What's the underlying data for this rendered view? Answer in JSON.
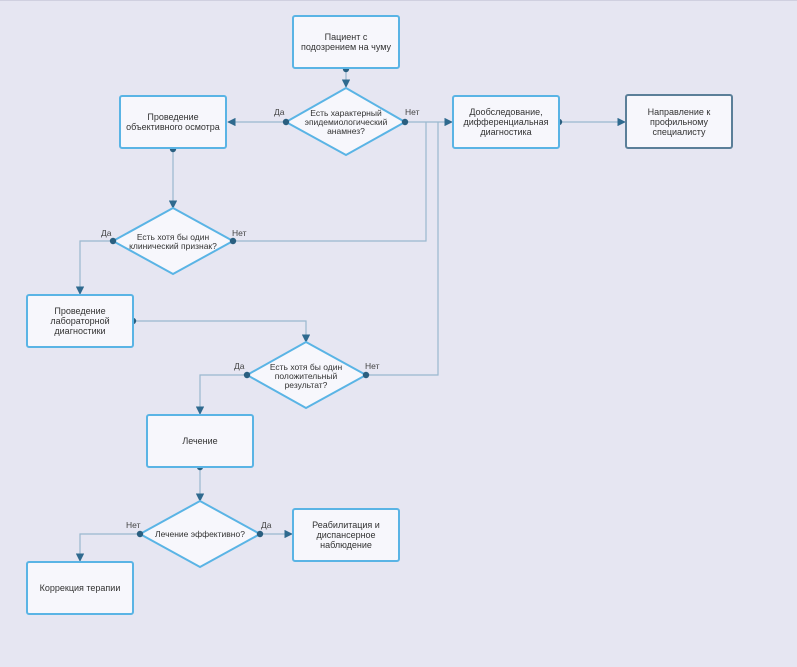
{
  "nodes": {
    "start": "Пациент с подозрением на чуму",
    "exam": "Проведение объективного осмотра",
    "further_exam": "Дообследование, дифференциальная диагностика",
    "referral": "Направление к профильному специалисту",
    "lab": "Проведение лабораторной диагностики",
    "treatment": "Лечение",
    "rehab": "Реабилитация и диспансерное наблюдение",
    "correction": "Коррекция терапии"
  },
  "decisions": {
    "anamnesis": "Есть характерный эпидемиологический анамнез?",
    "clinical": "Есть хотя бы один клинический признак?",
    "positive": "Есть хотя бы один положительный результат?",
    "effective": "Лечение эффективно?"
  },
  "branch_labels": {
    "yes": "Да",
    "no": "Нет"
  },
  "colors": {
    "background": "#e6e6f2",
    "box_border": "#5ab4e5",
    "box_fill": "#f7f7fc",
    "special_border": "#5b7f99",
    "connector": "#9ab8cf",
    "port": "#2a5f80"
  }
}
